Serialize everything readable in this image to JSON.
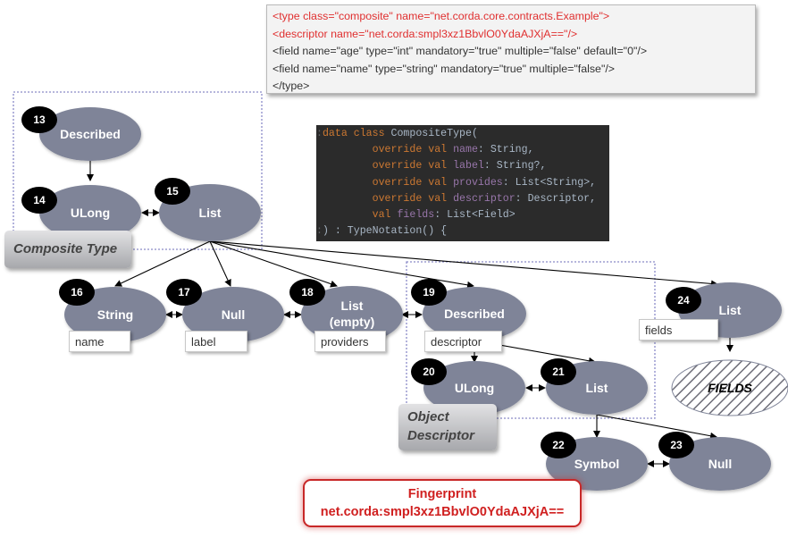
{
  "xml": {
    "lines": [
      "<type class=\"composite\" name=\"net.corda.core.contracts.Example\">",
      "<descriptor name=\"net.corda:smpl3xz1BbvlO0YdaAJXjA==\"/>",
      "<field name=\"age\" type=\"int\" mandatory=\"true\" multiple=\"false\" default=\"0\"/>",
      "<field name=\"name\" type=\"string\" mandatory=\"true\" multiple=\"false\"/>",
      "</type>"
    ]
  },
  "code": {
    "l1_kw": "data class ",
    "l1_rest": "CompositeType(",
    "l2_kw": "override val ",
    "l2_nm": "name",
    "l2_rest": ": String,",
    "l3_kw": "override val ",
    "l3_nm": "label",
    "l3_rest": ": String?,",
    "l4_kw": "override val ",
    "l4_nm": "provides",
    "l4_rest": ": List<String>,",
    "l5_kw": "override val ",
    "l5_nm": "descriptor",
    "l5_rest": ": Descriptor,",
    "l6_kw": "val ",
    "l6_nm": "fields",
    "l6_rest": ": List<Field>",
    "l7_rest": ") : TypeNotation() {"
  },
  "nodes": {
    "n13": {
      "badge": "13",
      "label": "Described"
    },
    "n14": {
      "badge": "14",
      "label": "ULong"
    },
    "n15": {
      "badge": "15",
      "label": "List"
    },
    "n16": {
      "badge": "16",
      "label": "String"
    },
    "n17": {
      "badge": "17",
      "label": "Null"
    },
    "n18": {
      "badge": "18",
      "label1": "List",
      "label2": "(empty)"
    },
    "n19": {
      "badge": "19",
      "label": "Described"
    },
    "n20": {
      "badge": "20",
      "label": "ULong"
    },
    "n21": {
      "badge": "21",
      "label": "List"
    },
    "n22": {
      "badge": "22",
      "label": "Symbol"
    },
    "n23": {
      "badge": "23",
      "label": "Null"
    },
    "n24": {
      "badge": "24",
      "label": "List"
    },
    "fields": {
      "label": "FIELDS"
    }
  },
  "tags": {
    "name": "name",
    "label": "label",
    "providers": "providers",
    "descriptor": "descriptor",
    "fields": "fields"
  },
  "groups": {
    "composite": "Composite Type",
    "object_line1": "Object",
    "object_line2": "Descriptor"
  },
  "fingerprint": {
    "title": "Fingerprint",
    "value": "net.corda:smpl3xz1BbvlO0YdaAJXjA=="
  },
  "colors": {
    "node": "#7f8498",
    "badge": "#000000",
    "xml_red": "#e03030",
    "fingerprint_red": "#c82828",
    "code_bg": "#2b2b2b"
  }
}
